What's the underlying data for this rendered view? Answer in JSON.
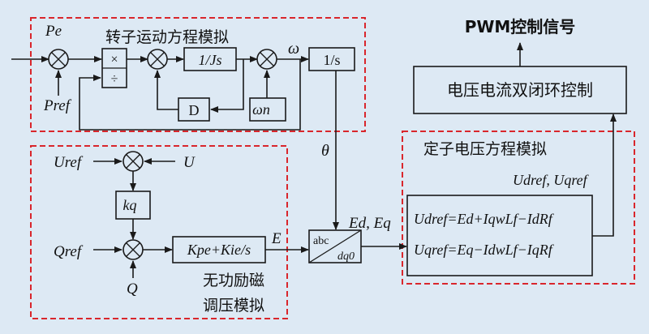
{
  "colors": {
    "background": "#dde9f4",
    "line": "#1a1a1a",
    "dashed_border": "#d9262c",
    "box_fill": "#dde9f4"
  },
  "groups": {
    "rotor": "转子运动方程模拟",
    "excitation_line1": "无功励磁",
    "excitation_line2": "调压模拟",
    "stator": "定子电压方程模拟"
  },
  "blocks": {
    "inv_js": "1/Js",
    "inv_s": "1/s",
    "damping": "D",
    "omega_n": "ωn",
    "kq": "kq",
    "pi_main": "Kpe",
    "pi_plus": "+Kie",
    "pi_div": "/s",
    "abc": "abc",
    "dq0": "dq0",
    "dual_loop": "电压电流双闭环控制",
    "eq1": "Udref=Ed+IqwLf−IdRf",
    "eq2": "Uqref=Eq−IdwLf−IqRf"
  },
  "ops": {
    "multiply": "×",
    "divide": "÷"
  },
  "signals": {
    "pe": "Pe",
    "pref": "Pref",
    "omega": "ω",
    "theta": "θ",
    "uref": "Uref",
    "u": "U",
    "qref": "Qref",
    "q": "Q",
    "e": "E",
    "ed_eq": "Ed, Eq",
    "udref_uqref": "Udref, Uqref",
    "pwm": "PWM控制信号"
  }
}
